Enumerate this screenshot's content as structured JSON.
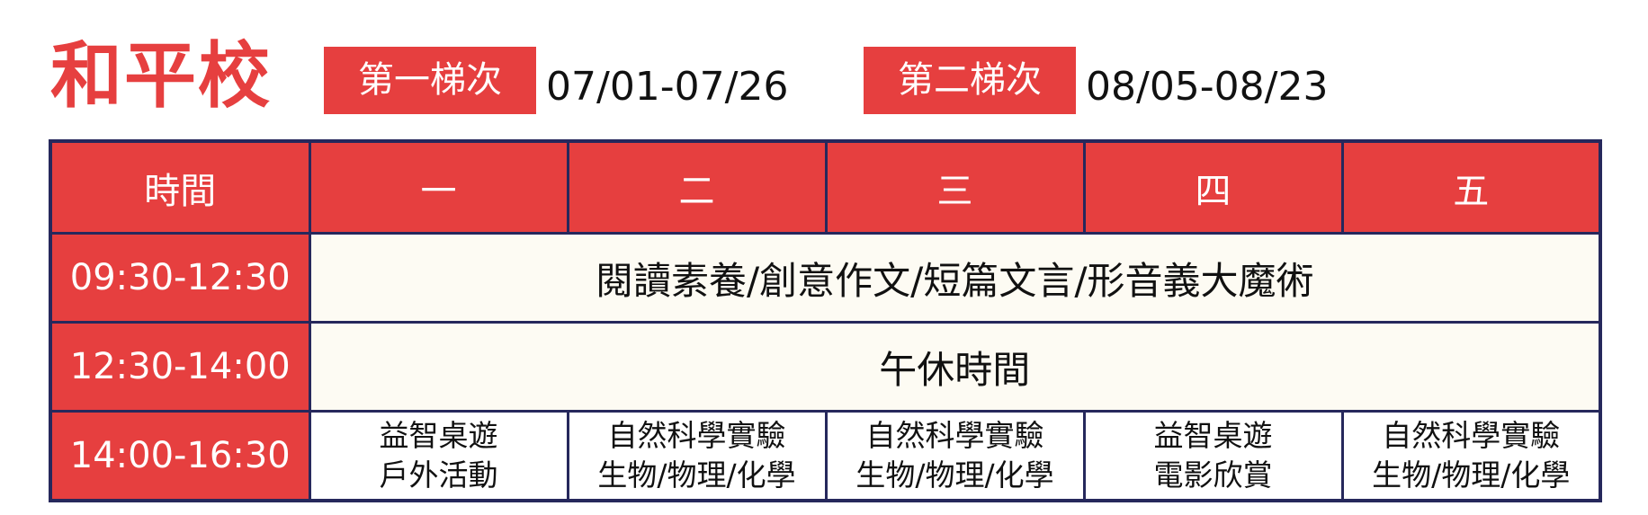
{
  "header": {
    "school_name": "和平校",
    "session1": {
      "label": "第一梯次",
      "dates": "07/01-07/26"
    },
    "session2": {
      "label": "第二梯次",
      "dates": "08/05-08/23"
    }
  },
  "colors": {
    "accent": "#e63f3f",
    "border": "#26285c",
    "span_background": "#fdfbf3"
  },
  "table": {
    "headers": [
      "時間",
      "一",
      "二",
      "三",
      "四",
      "五"
    ],
    "rows": [
      {
        "time": "09:30-12:30",
        "content": "閱讀素養/創意作文/短篇文言/形音義大魔術"
      },
      {
        "time": "12:30-14:00",
        "content": "午休時間"
      },
      {
        "time": "14:00-16:30",
        "cells": [
          [
            "益智桌遊",
            "戶外活動"
          ],
          [
            "自然科學實驗",
            "生物/物理/化學"
          ],
          [
            "自然科學實驗",
            "生物/物理/化學"
          ],
          [
            "益智桌遊",
            "電影欣賞"
          ],
          [
            "自然科學實驗",
            "生物/物理/化學"
          ]
        ]
      }
    ]
  }
}
